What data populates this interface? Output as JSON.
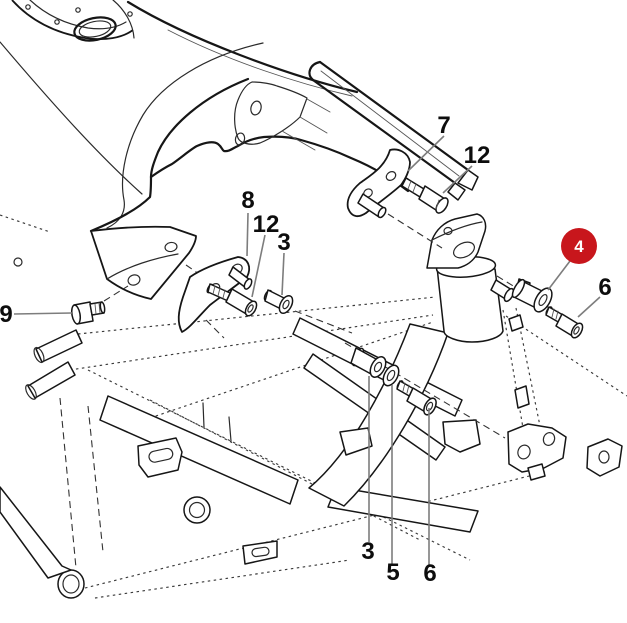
{
  "diagram": {
    "type": "exploded-parts-diagram",
    "subject": "fuel-tank-and-frame-mounting",
    "background": "#ffffff",
    "line_color": "#161616",
    "leader_color": "#7d7d7d",
    "badge": {
      "label": "4",
      "color": "#c8161c",
      "text_color": "#ffffff"
    },
    "callouts": [
      {
        "label": "7"
      },
      {
        "label": "12"
      },
      {
        "label": "8"
      },
      {
        "label": "12"
      },
      {
        "label": "3"
      },
      {
        "label": "9"
      },
      {
        "label": "6"
      },
      {
        "label": "3"
      },
      {
        "label": "5"
      },
      {
        "label": "6"
      }
    ]
  }
}
